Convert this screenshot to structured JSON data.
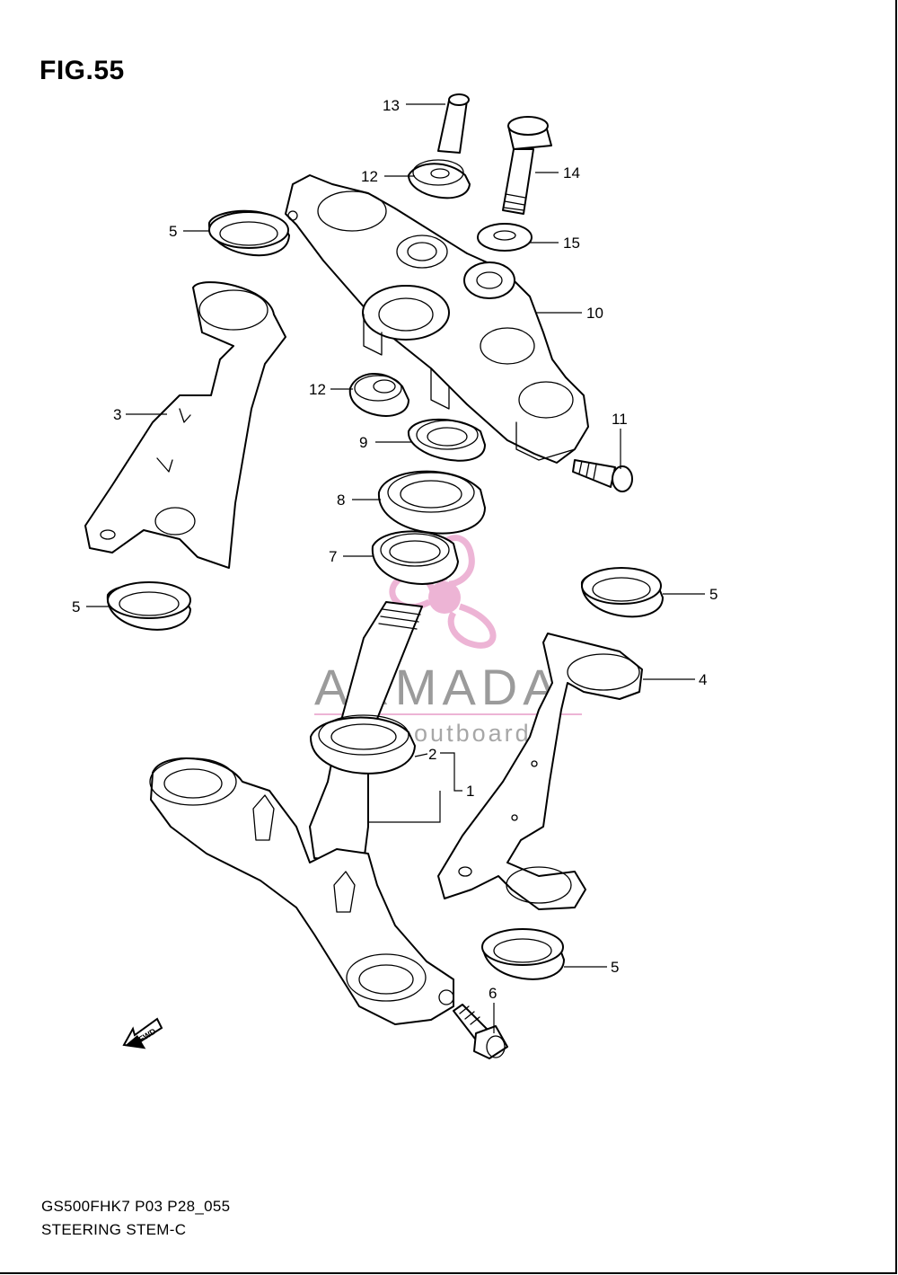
{
  "figure": {
    "title": "FIG.55"
  },
  "callouts": [
    {
      "id": "13",
      "label": "13"
    },
    {
      "id": "12a",
      "label": "12"
    },
    {
      "id": "14",
      "label": "14"
    },
    {
      "id": "5a",
      "label": "5"
    },
    {
      "id": "15",
      "label": "15"
    },
    {
      "id": "10",
      "label": "10"
    },
    {
      "id": "3",
      "label": "3"
    },
    {
      "id": "12b",
      "label": "12"
    },
    {
      "id": "9",
      "label": "9"
    },
    {
      "id": "11",
      "label": "11"
    },
    {
      "id": "8",
      "label": "8"
    },
    {
      "id": "7",
      "label": "7"
    },
    {
      "id": "5b",
      "label": "5"
    },
    {
      "id": "5c",
      "label": "5"
    },
    {
      "id": "4",
      "label": "4"
    },
    {
      "id": "2",
      "label": "2"
    },
    {
      "id": "1",
      "label": "1"
    },
    {
      "id": "5d",
      "label": "5"
    },
    {
      "id": "6",
      "label": "6"
    }
  ],
  "fwd_marker": "FWD",
  "watermark": {
    "brand": "ARMADA",
    "tagline": "marine outboards"
  },
  "footer": {
    "code": "GS500FHK7 P03 P28_055",
    "caption": "STEERING STEM-C"
  }
}
